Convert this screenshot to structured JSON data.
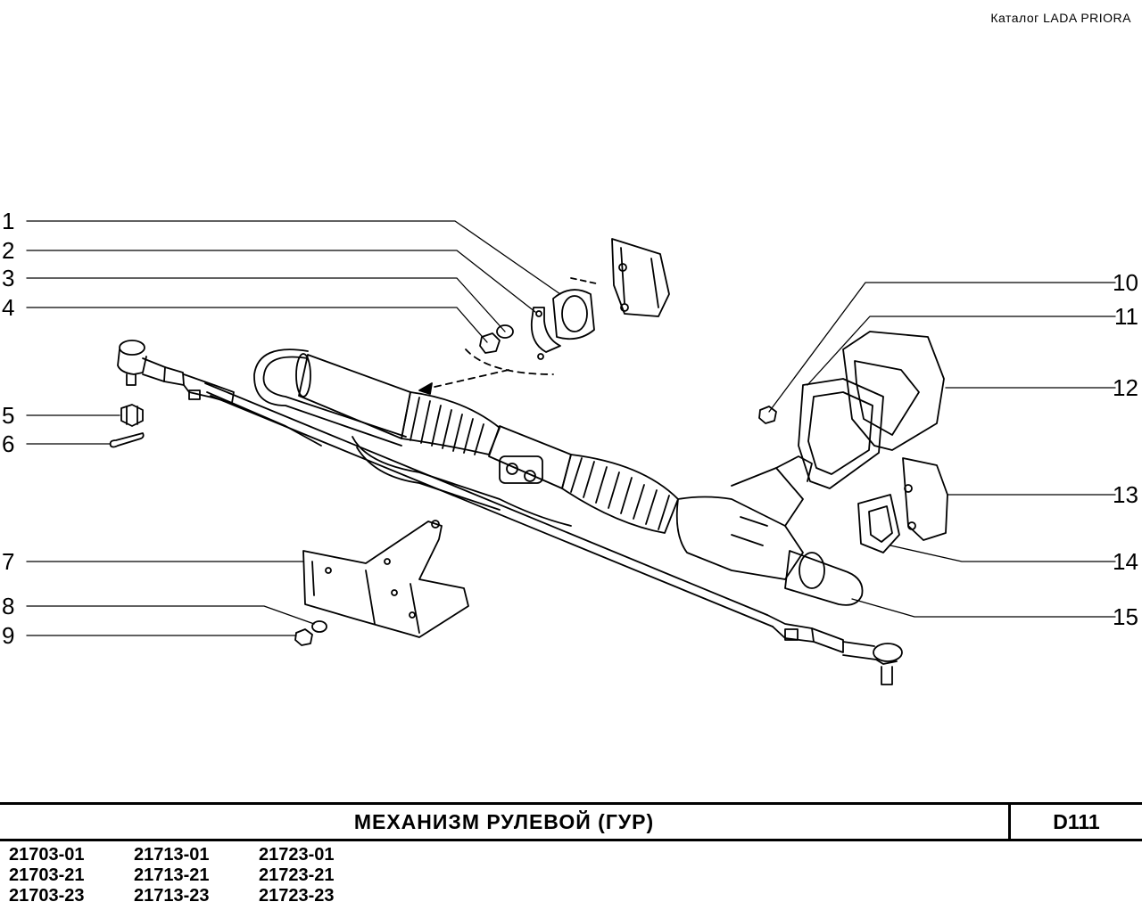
{
  "catalog_label": "Каталог  LADA  PRIORA",
  "callouts": [
    {
      "num": "1",
      "side": "left"
    },
    {
      "num": "2",
      "side": "left"
    },
    {
      "num": "3",
      "side": "left"
    },
    {
      "num": "4",
      "side": "left"
    },
    {
      "num": "5",
      "side": "left"
    },
    {
      "num": "6",
      "side": "left"
    },
    {
      "num": "7",
      "side": "left"
    },
    {
      "num": "8",
      "side": "left"
    },
    {
      "num": "9",
      "side": "left"
    },
    {
      "num": "10",
      "side": "right"
    },
    {
      "num": "11",
      "side": "right"
    },
    {
      "num": "12",
      "side": "right"
    },
    {
      "num": "13",
      "side": "right"
    },
    {
      "num": "14",
      "side": "right"
    },
    {
      "num": "15",
      "side": "right"
    }
  ],
  "title": "МЕХАНИЗМ   РУЛЕВОЙ  (ГУР)",
  "code": "D111",
  "models": [
    "21703-01",
    "21713-01",
    "21723-01",
    "21703-21",
    "21713-21",
    "21723-21",
    "21703-23",
    "21713-23",
    "21723-23"
  ]
}
